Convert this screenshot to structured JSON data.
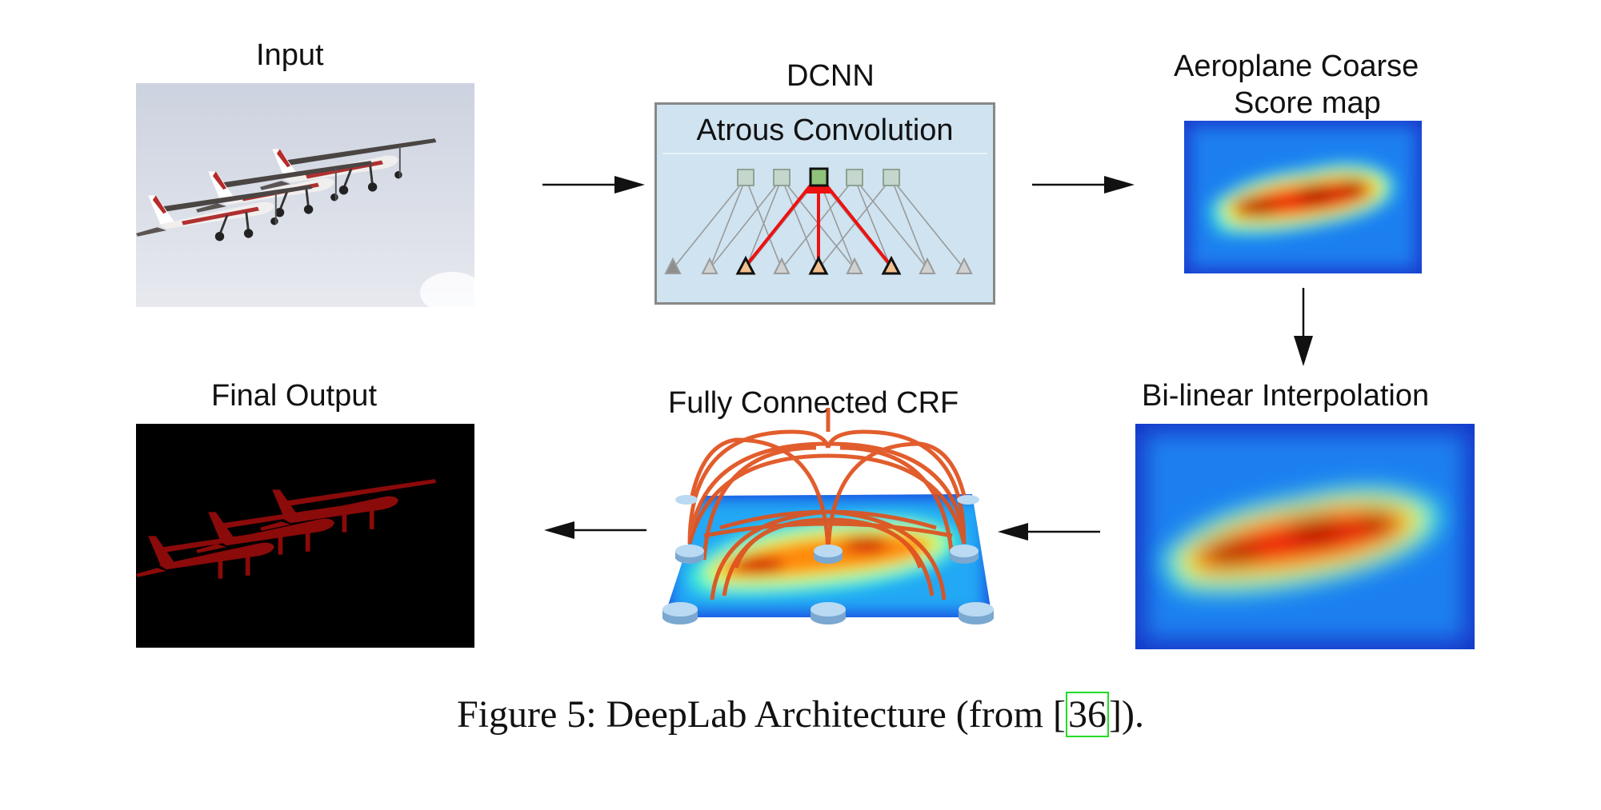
{
  "panels": {
    "input": {
      "title": "Input"
    },
    "dcnn": {
      "title": "DCNN",
      "subtitle": "Atrous Convolution"
    },
    "coarse": {
      "title_line1": "Aeroplane Coarse",
      "title_line2": "Score map"
    },
    "bilinear": {
      "title": "Bi-linear Interpolation"
    },
    "crf": {
      "title": "Fully Connected CRF"
    },
    "output": {
      "title": "Final Output"
    }
  },
  "caption": {
    "prefix": "Figure 5: DeepLab Architecture (from [",
    "citation": "36",
    "suffix": "])."
  },
  "colors": {
    "red_arrow": "#ee1111",
    "crf_edges": "#e0501c",
    "dcnn_box": "#cfe3f0",
    "output_mask": "#8b0a0a"
  },
  "icons": [
    "plane-icon",
    "arrow-right-icon",
    "arrow-down-icon",
    "arrow-left-icon"
  ]
}
